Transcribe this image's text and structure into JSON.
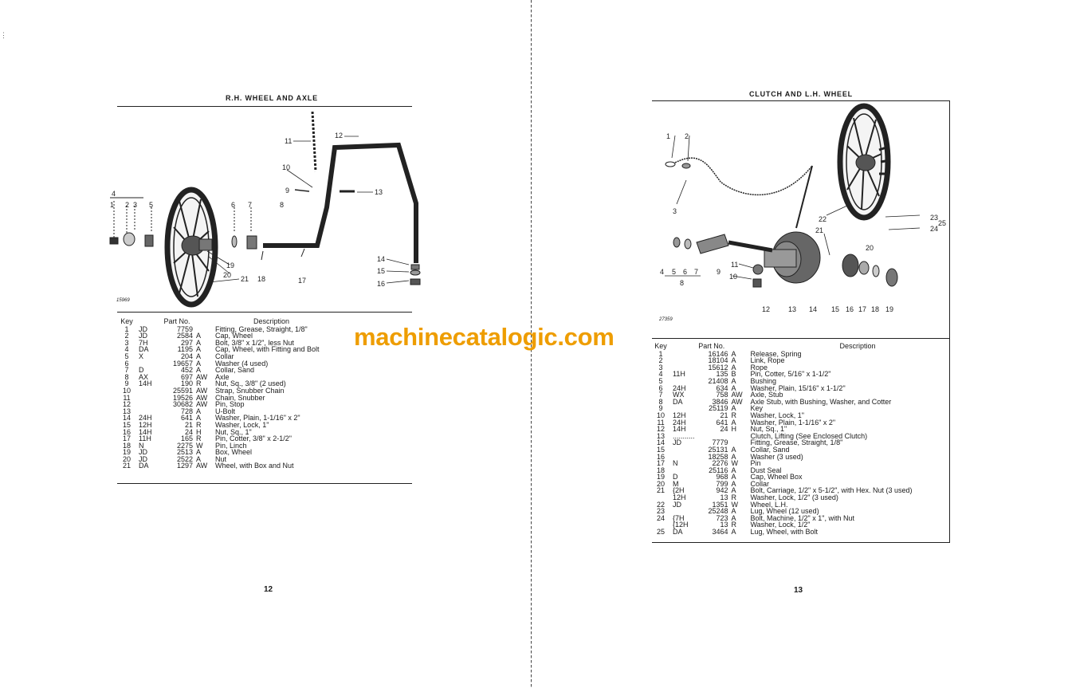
{
  "left_page": {
    "title": "R.H. WHEEL AND AXLE",
    "figure_code": "15969",
    "page_number": "12",
    "diagram_labels": {
      "l1": "1",
      "l2": "2",
      "l3": "3",
      "l4": "4",
      "l5": "5",
      "l6": "6",
      "l7": "7",
      "l8": "8",
      "l9": "9",
      "l10": "10",
      "l11": "11",
      "l12": "12",
      "l13": "13",
      "l14": "14",
      "l15": "15",
      "l16": "16",
      "l17": "17",
      "l18": "18",
      "l19": "19",
      "l20": "20",
      "l21": "21"
    },
    "table": {
      "headers": {
        "key": "Key",
        "part_no": "Part No.",
        "description": "Description"
      },
      "rows": [
        {
          "key": "1",
          "pfx": "JD",
          "num": "7759",
          "sfx": "",
          "desc": "Fitting, Grease, Straight, 1/8\""
        },
        {
          "key": "2",
          "pfx": "JD",
          "num": "2584",
          "sfx": "A",
          "desc": "Cap, Wheel"
        },
        {
          "key": "3",
          "pfx": "7H",
          "num": "297",
          "sfx": "A",
          "desc": "Bolt, 3/8\" x 1/2\", less Nut"
        },
        {
          "key": "4",
          "pfx": "DA",
          "num": "1195",
          "sfx": "A",
          "desc": "Cap, Wheel, with Fitting and Bolt"
        },
        {
          "key": "5",
          "pfx": "X",
          "num": "204",
          "sfx": "A",
          "desc": "Collar"
        },
        {
          "key": "6",
          "pfx": "",
          "num": "19657",
          "sfx": "A",
          "desc": "Washer (4 used)"
        },
        {
          "key": "7",
          "pfx": "D",
          "num": "452",
          "sfx": "A",
          "desc": "Collar, Sand"
        },
        {
          "key": "8",
          "pfx": "AX",
          "num": "697",
          "sfx": "AW",
          "desc": "Axle"
        },
        {
          "key": "9",
          "pfx": "14H",
          "num": "190",
          "sfx": "R",
          "desc": "Nut, Sq., 3/8\" (2 used)"
        },
        {
          "key": "10",
          "pfx": "",
          "num": "25591",
          "sfx": "AW",
          "desc": "Strap, Snubber Chain"
        },
        {
          "key": "11",
          "pfx": "",
          "num": "19526",
          "sfx": "AW",
          "desc": "Chain, Snubber"
        },
        {
          "key": "12",
          "pfx": "",
          "num": "30682",
          "sfx": "AW",
          "desc": "Pin, Stop"
        },
        {
          "key": "13",
          "pfx": "",
          "num": "728",
          "sfx": "A",
          "desc": "U-Bolt"
        },
        {
          "key": "14",
          "pfx": "24H",
          "num": "641",
          "sfx": "A",
          "desc": "Washer, Plain, 1-1/16\" x 2\""
        },
        {
          "key": "15",
          "pfx": "12H",
          "num": "21",
          "sfx": "R",
          "desc": "Washer, Lock, 1\""
        },
        {
          "key": "16",
          "pfx": "14H",
          "num": "24",
          "sfx": "H",
          "desc": "Nut, Sq., 1\""
        },
        {
          "key": "17",
          "pfx": "11H",
          "num": "165",
          "sfx": "R",
          "desc": "Pin, Cotter, 3/8\" x 2-1/2\""
        },
        {
          "key": "18",
          "pfx": "N",
          "num": "2275",
          "sfx": "W",
          "desc": "Pin, Linch"
        },
        {
          "key": "19",
          "pfx": "JD",
          "num": "2513",
          "sfx": "A",
          "desc": "Box, Wheel"
        },
        {
          "key": "20",
          "pfx": "JD",
          "num": "2522",
          "sfx": "A",
          "desc": "Nut"
        },
        {
          "key": "21",
          "pfx": "DA",
          "num": "1297",
          "sfx": "AW",
          "desc": "Wheel, with Box and Nut"
        }
      ]
    }
  },
  "right_page": {
    "title": "CLUTCH AND L.H. WHEEL",
    "figure_code": "27359",
    "page_number": "13",
    "diagram_labels": {
      "l1": "1",
      "l2": "2",
      "l3": "3",
      "l4": "4",
      "l5": "5",
      "l6": "6",
      "l7": "7",
      "l8": "8",
      "l9": "9",
      "l10": "10",
      "l11": "11",
      "l12": "12",
      "l13": "13",
      "l14": "14",
      "l15": "15",
      "l16": "16",
      "l17": "17",
      "l18": "18",
      "l19": "19",
      "l20": "20",
      "l21": "21",
      "l22": "22",
      "l23": "23",
      "l24": "24",
      "l25": "25"
    },
    "table": {
      "headers": {
        "key": "Key",
        "part_no": "Part No.",
        "description": "Description"
      },
      "rows": [
        {
          "key": "1",
          "pfx": "",
          "num": "16146",
          "sfx": "A",
          "desc": "Release, Spring"
        },
        {
          "key": "2",
          "pfx": "",
          "num": "18104",
          "sfx": "A",
          "desc": "Link, Rope"
        },
        {
          "key": "3",
          "pfx": "",
          "num": "15612",
          "sfx": "A",
          "desc": "Rope"
        },
        {
          "key": "4",
          "pfx": "11H",
          "num": "135",
          "sfx": "B",
          "desc": "Pin, Cotter, 5/16\" x 1-1/2\""
        },
        {
          "key": "5",
          "pfx": "",
          "num": "21408",
          "sfx": "A",
          "desc": "Bushing"
        },
        {
          "key": "6",
          "pfx": "24H",
          "num": "634",
          "sfx": "A",
          "desc": "Washer, Plain, 15/16\" x 1-1/2\""
        },
        {
          "key": "7",
          "pfx": "WX",
          "num": "758",
          "sfx": "AW",
          "desc": "Axle, Stub"
        },
        {
          "key": "8",
          "pfx": "DA",
          "num": "3846",
          "sfx": "AW",
          "desc": "Axle Stub, with Bushing, Washer, and Cotter"
        },
        {
          "key": "9",
          "pfx": "",
          "num": "25119",
          "sfx": "A",
          "desc": "Key"
        },
        {
          "key": "10",
          "pfx": "12H",
          "num": "21",
          "sfx": "R",
          "desc": "Washer, Lock, 1\""
        },
        {
          "key": "11",
          "pfx": "24H",
          "num": "641",
          "sfx": "A",
          "desc": "Washer, Plain, 1-1/16\" x 2\""
        },
        {
          "key": "12",
          "pfx": "14H",
          "num": "24",
          "sfx": "H",
          "desc": "Nut, Sq., 1\""
        },
        {
          "key": "13",
          "pfx": "...........",
          "num": "",
          "sfx": "",
          "desc": "Clutch, Lifting (See Enclosed Clutch)"
        },
        {
          "key": "14",
          "pfx": "JD",
          "num": "7779",
          "sfx": "",
          "desc": "Fitting, Grease, Straight, 1/8\""
        },
        {
          "key": "15",
          "pfx": "",
          "num": "25131",
          "sfx": "A",
          "desc": "Collar, Sand"
        },
        {
          "key": "16",
          "pfx": "",
          "num": "18258",
          "sfx": "A",
          "desc": "Washer (3 used)"
        },
        {
          "key": "17",
          "pfx": "N",
          "num": "2276",
          "sfx": "W",
          "desc": "Pin"
        },
        {
          "key": "18",
          "pfx": "",
          "num": "25116",
          "sfx": "A",
          "desc": "Dust Seal"
        },
        {
          "key": "19",
          "pfx": "D",
          "num": "968",
          "sfx": "A",
          "desc": "Cap, Wheel Box"
        },
        {
          "key": "20",
          "pfx": "M",
          "num": "799",
          "sfx": "A",
          "desc": "Collar"
        },
        {
          "key": "21",
          "pfx": "{2H",
          "num": "942",
          "sfx": "A",
          "desc": "Bolt, Carriage, 1/2\" x 5-1/2\", with Hex. Nut (3 used)"
        },
        {
          "key": "",
          "pfx": "12H",
          "num": "13",
          "sfx": "R",
          "desc": "Washer, Lock, 1/2\" (3 used)"
        },
        {
          "key": "22",
          "pfx": "JD",
          "num": "1351",
          "sfx": "W",
          "desc": "Wheel, L.H."
        },
        {
          "key": "23",
          "pfx": "",
          "num": "25248",
          "sfx": "A",
          "desc": "Lug, Wheel (12 used)"
        },
        {
          "key": "24",
          "pfx": "{7H",
          "num": "723",
          "sfx": "A",
          "desc": "Bolt, Machine, 1/2\" x 1\", with Nut"
        },
        {
          "key": "",
          "pfx": "{12H",
          "num": "13",
          "sfx": "R",
          "desc": "Washer, Lock, 1/2\""
        },
        {
          "key": "25",
          "pfx": "DA",
          "num": "3464",
          "sfx": "A",
          "desc": "Lug, Wheel, with Bolt"
        }
      ]
    }
  },
  "watermark": "machinecatalogic.com",
  "colors": {
    "watermark": "#ee9d00",
    "ink": "#1a1a1a",
    "paper": "#ffffff"
  }
}
